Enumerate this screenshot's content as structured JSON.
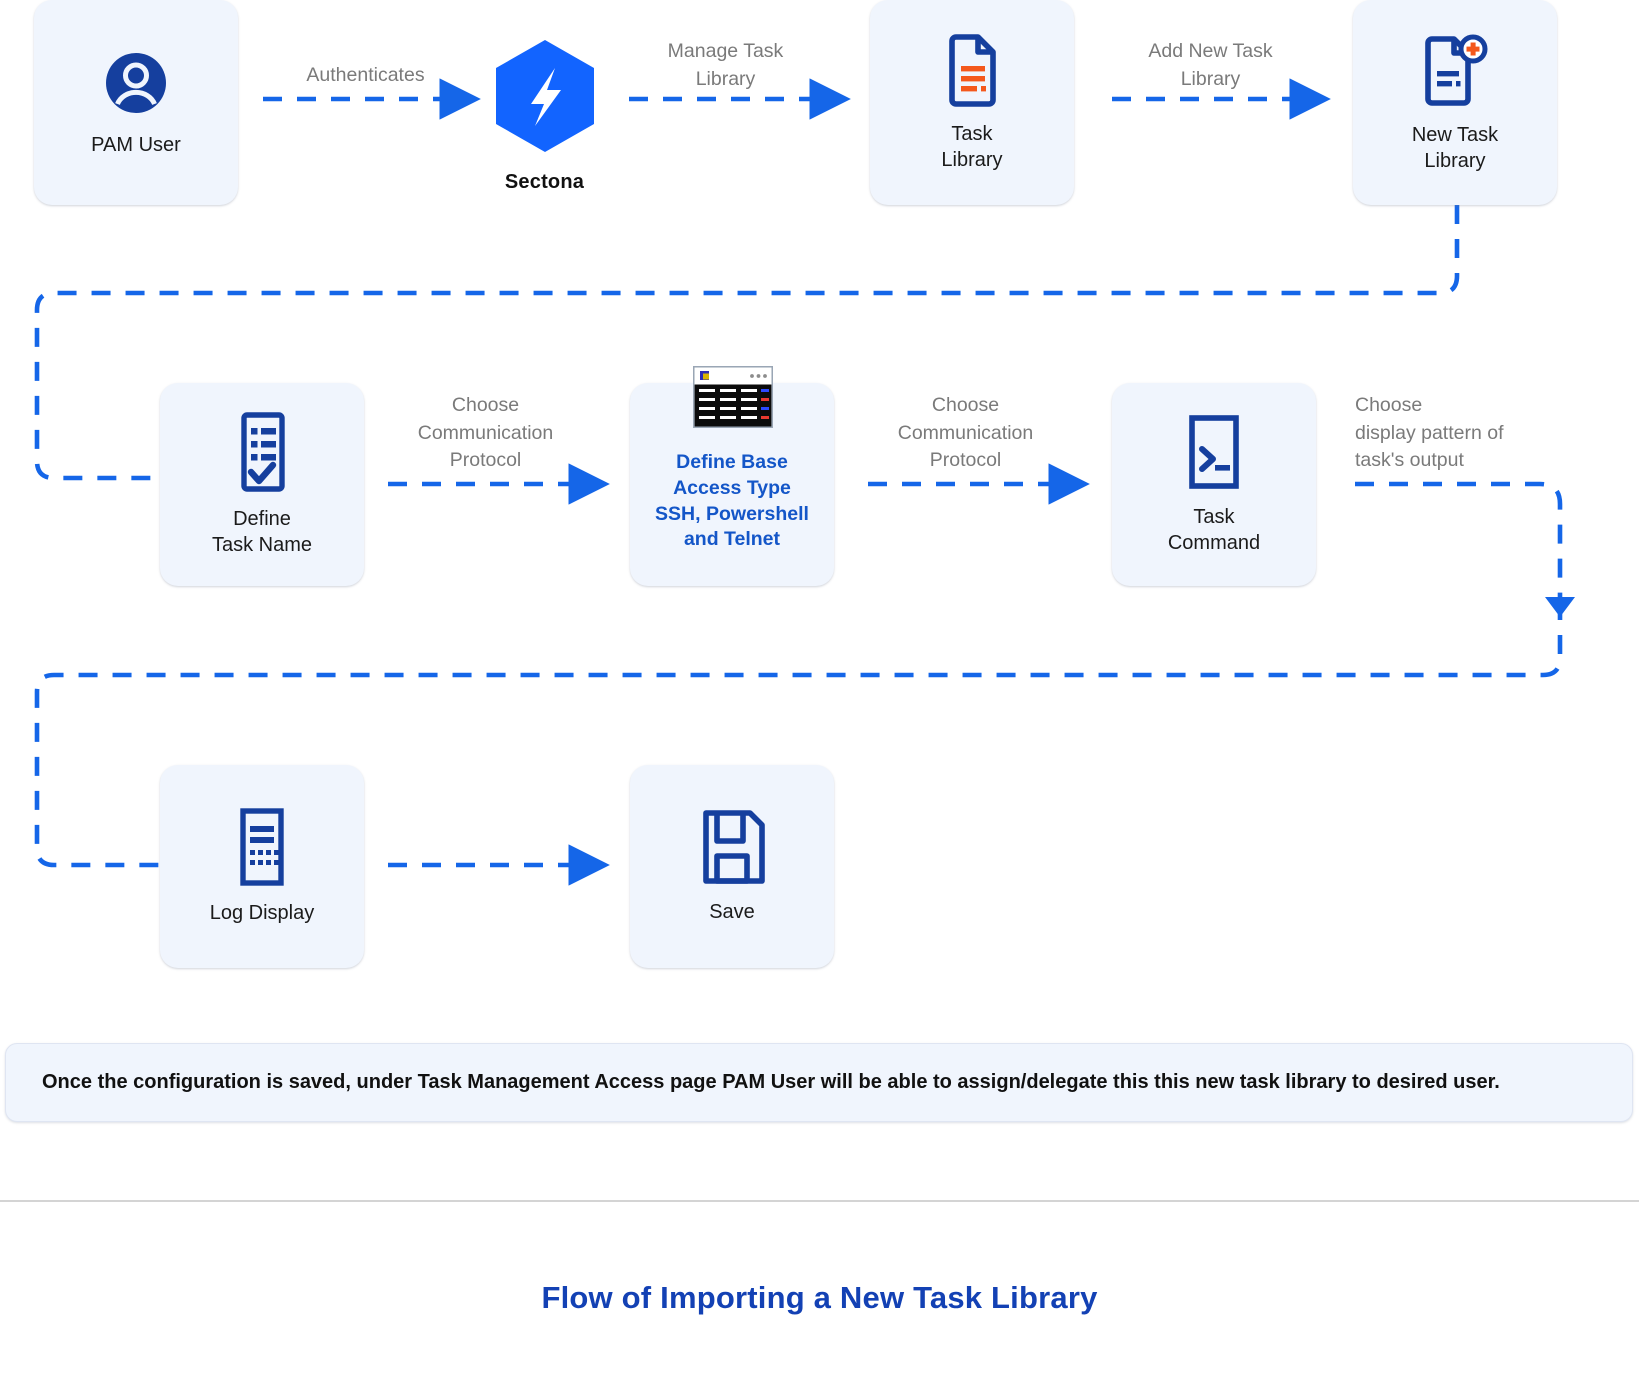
{
  "diagram": {
    "caption": "Flow of Importing a New Task Library",
    "accent_blue": "#1456C8",
    "icon_navy": "#153F9E",
    "arrow_blue": "#1566E8",
    "node_bg": "#F0F5FD",
    "label_gray": "#7a7a7a",
    "orange": "#F4581C"
  },
  "nodes": [
    {
      "id": "pam-user",
      "label": "PAM User",
      "icon": "user-avatar-icon"
    },
    {
      "id": "task-library",
      "label": "Task\nLibrary",
      "icon": "document-list-icon"
    },
    {
      "id": "new-task-library",
      "label": "New Task\nLibrary",
      "icon": "document-add-icon"
    },
    {
      "id": "define-task-name",
      "label": "Define\nTask Name",
      "icon": "checklist-icon"
    },
    {
      "id": "define-base-access-type",
      "label": "Define Base\nAccess Type\nSSH, Powershell\nand Telnet",
      "icon": "terminal-window-icon"
    },
    {
      "id": "task-command",
      "label": "Task\nCommand",
      "icon": "command-prompt-icon"
    },
    {
      "id": "log-display",
      "label": "Log Display",
      "icon": "log-document-icon"
    },
    {
      "id": "save",
      "label": "Save",
      "icon": "floppy-disk-icon"
    }
  ],
  "brand": {
    "name": "Sectona",
    "icon": "sectona-hex-logo"
  },
  "edges": [
    {
      "id": "authenticates",
      "label": "Authenticates"
    },
    {
      "id": "manage-task-library",
      "label": "Manage Task\nLibrary"
    },
    {
      "id": "add-new-task-library",
      "label": "Add New Task\nLibrary"
    },
    {
      "id": "choose-protocol-1",
      "label": "Choose\nCommunication\nProtocol"
    },
    {
      "id": "choose-protocol-2",
      "label": "Choose\nCommunication\nProtocol"
    },
    {
      "id": "choose-display-pattern",
      "label": "Choose\ndisplay pattern of\ntask's output"
    }
  ],
  "note": {
    "text": "Once the configuration is saved, under Task Management Access page PAM User will be able to assign/delegate this this new task library to desired user."
  }
}
